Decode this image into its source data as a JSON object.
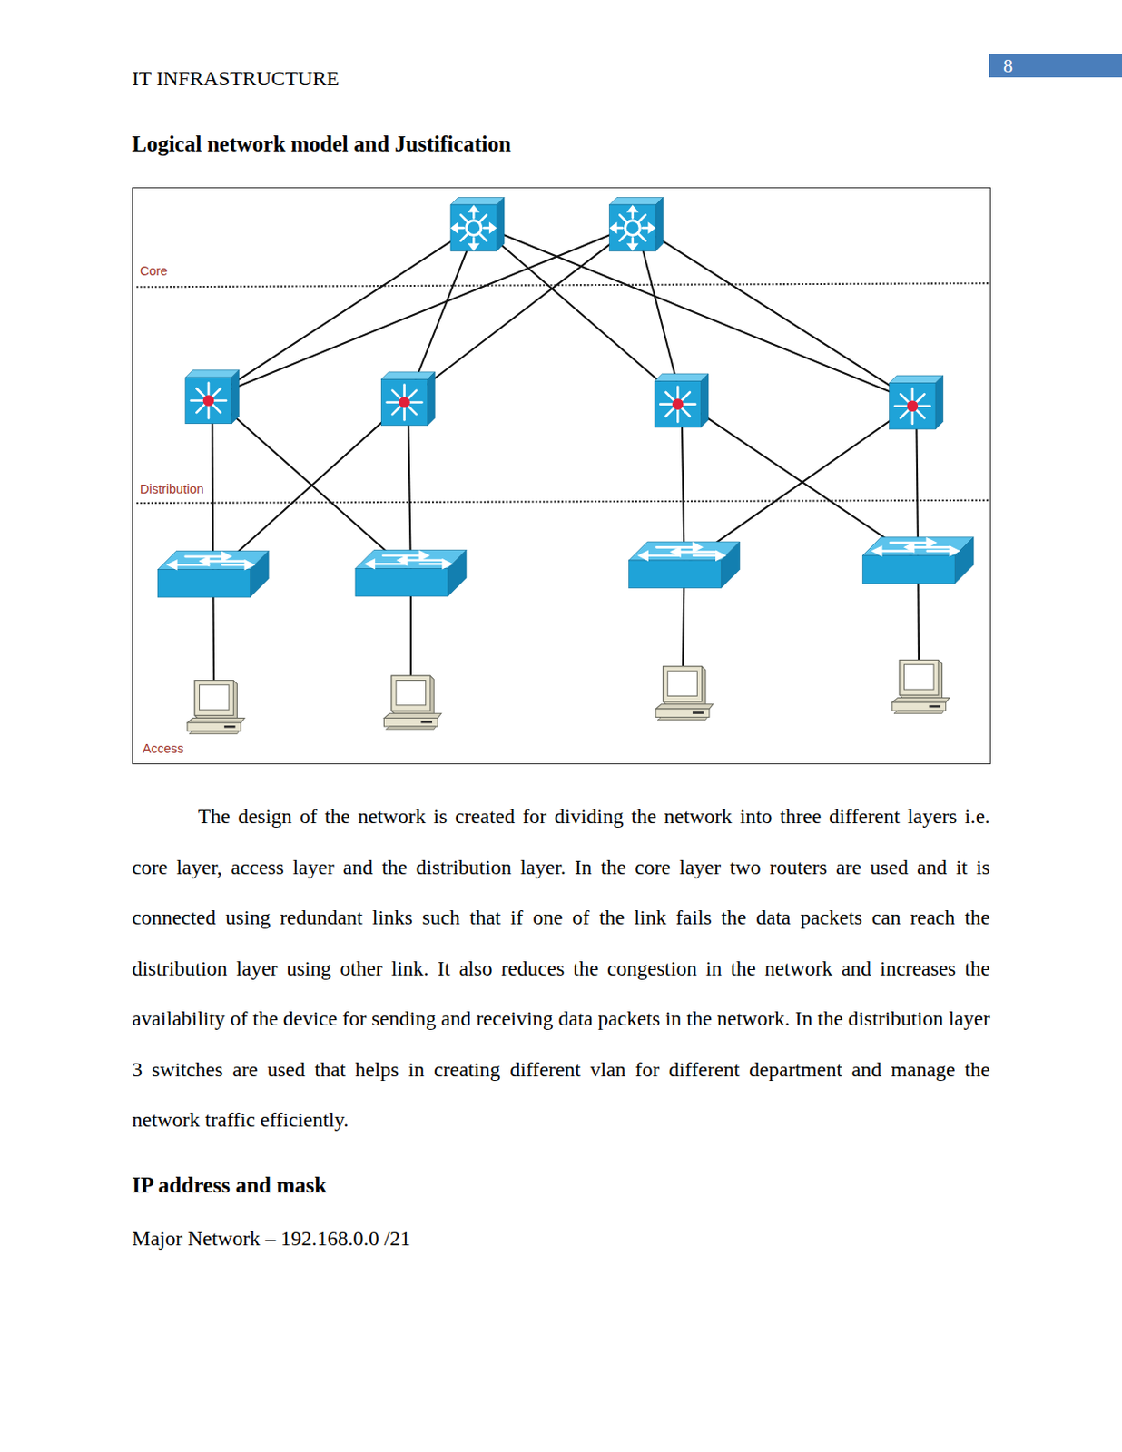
{
  "diagram": {
    "title": "Logical network model and Justification",
    "nodes": [
      {
        "text": [
          "8"
        ]
      }
    ],
    "labels": [
      "IT INFRASTRUCTURE",
      "Core",
      "Distribution",
      "Access",
      "The design of the network is created for dividing the network into three different layers i.e. core layer, access layer and the distribution layer. In the core layer two routers are used and it is connected using redundant links such that if one of the link fails the data packets can reach the distribution layer using other link. It also reduces the congestion in the network and increases the availability of the device for sending and receiving data packets in the network. In the distribution layer 3 switches are used that helps in creating different vlan for different department and manage the network traffic efficiently.",
      "IP address and mask",
      "Major Network – 192.168.0.0 /21"
    ]
  }
}
